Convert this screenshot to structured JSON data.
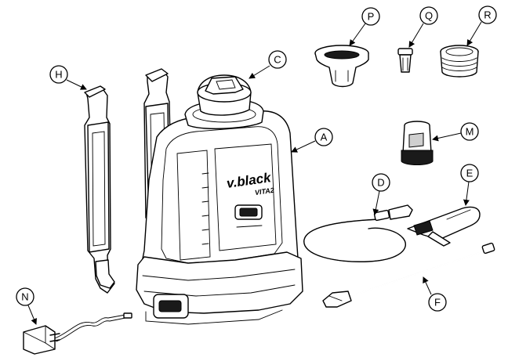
{
  "diagram": {
    "brand": {
      "logo_main": "v.black",
      "logo_sub": "VITA2"
    },
    "callouts": [
      {
        "id": "A",
        "letter": "A",
        "part": "tank"
      },
      {
        "id": "C",
        "letter": "C",
        "part": "filler-cap"
      },
      {
        "id": "D",
        "letter": "D",
        "part": "hose"
      },
      {
        "id": "E",
        "letter": "E",
        "part": "trigger-handle"
      },
      {
        "id": "F",
        "letter": "F",
        "part": "spray-lance"
      },
      {
        "id": "H",
        "letter": "H",
        "part": "shoulder-straps"
      },
      {
        "id": "M",
        "letter": "M",
        "part": "battery"
      },
      {
        "id": "N",
        "letter": "N",
        "part": "charger"
      },
      {
        "id": "P",
        "letter": "P",
        "part": "filter-basket"
      },
      {
        "id": "Q",
        "letter": "Q",
        "part": "nozzle-filter"
      },
      {
        "id": "R",
        "letter": "R",
        "part": "threaded-ring"
      }
    ]
  }
}
